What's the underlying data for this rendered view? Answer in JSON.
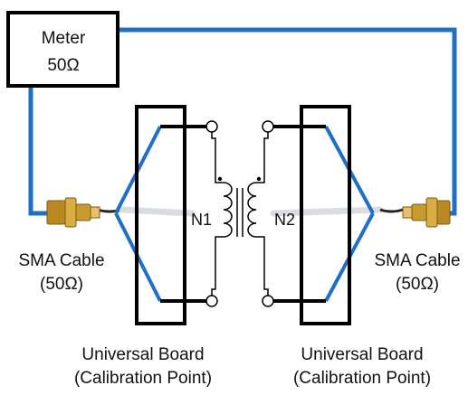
{
  "meter": {
    "line1": "Meter",
    "line2": "50Ω"
  },
  "transformer": {
    "primary": "N1",
    "secondary": "N2"
  },
  "left_cable": {
    "line1": "SMA Cable",
    "line2": "(50Ω)"
  },
  "right_cable": {
    "line1": "SMA Cable",
    "line2": "(50Ω)"
  },
  "left_board": {
    "line1": "Universal Board",
    "line2": "(Calibration Point)"
  },
  "right_board": {
    "line1": "Universal Board",
    "line2": "(Calibration Point)"
  },
  "colors": {
    "wire_blue": "#1f6fc6",
    "outline": "#000000",
    "connector_gold": "#c99a2e"
  },
  "icons": [
    "sma-connector-icon",
    "transformer-coil-icon",
    "polarity-dot-icon"
  ]
}
